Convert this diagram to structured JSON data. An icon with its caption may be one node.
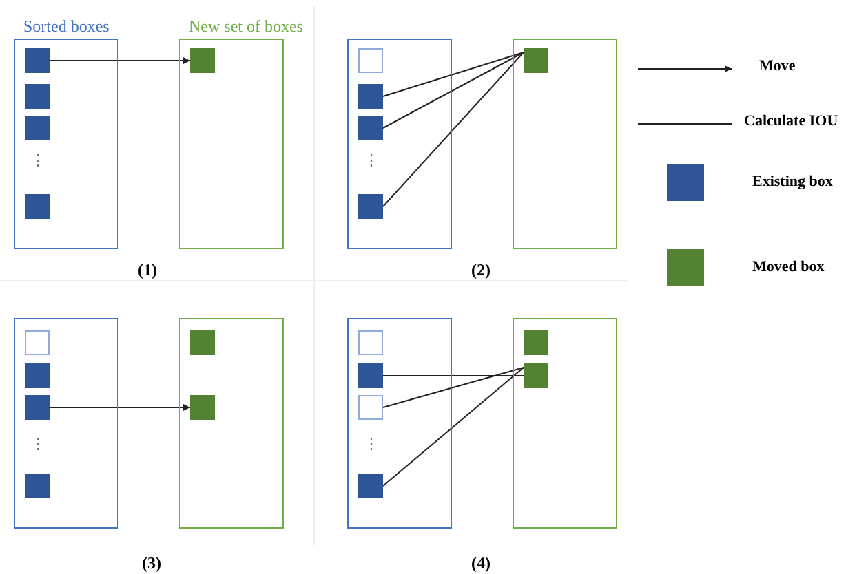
{
  "diagram": {
    "nodes": [
      {
        "text": [
          "Sorted boxes"
        ]
      },
      {
        "text": [],
        "shape": "box",
        "in": 0
      },
      {
        "text": [],
        "shape": "box",
        "in": 0
      },
      {
        "text": [],
        "shape": "box",
        "in": 0
      },
      {
        "text": [],
        "shape": "box",
        "in": 0
      },
      {
        "text": [
          "New set of boxes"
        ]
      },
      {
        "text": [],
        "shape": "box",
        "in": 5
      },
      {
        "text": [],
        "shape": "box"
      },
      {
        "text": [],
        "shape": "box",
        "in": 7
      },
      {
        "text": [],
        "shape": "box",
        "in": 7
      },
      {
        "text": [],
        "shape": "box",
        "in": 7
      },
      {
        "text": [],
        "shape": "box",
        "in": 7
      },
      {
        "text": [],
        "shape": "box"
      },
      {
        "text": [],
        "shape": "box",
        "in": 12
      },
      {
        "text": [],
        "shape": "box"
      },
      {
        "text": [],
        "shape": "box",
        "in": 14
      },
      {
        "text": [],
        "shape": "box",
        "in": 14
      },
      {
        "text": [],
        "shape": "box",
        "in": 14
      },
      {
        "text": [],
        "shape": "box",
        "in": 14
      },
      {
        "text": [],
        "shape": "box"
      },
      {
        "text": [],
        "shape": "box",
        "in": 19
      },
      {
        "text": [],
        "shape": "box",
        "in": 19
      },
      {
        "text": [],
        "shape": "box"
      },
      {
        "text": [],
        "shape": "box",
        "in": 22
      },
      {
        "text": [],
        "shape": "box",
        "in": 22
      },
      {
        "text": [],
        "shape": "box",
        "in": 22
      },
      {
        "text": [],
        "shape": "box",
        "in": 22
      },
      {
        "text": [],
        "shape": "box"
      },
      {
        "text": [],
        "shape": "box",
        "in": 27
      },
      {
        "text": [],
        "shape": "box",
        "in": 27
      }
    ],
    "edges": [
      {
        "from": 1,
        "to": 6,
        "arrow": "to"
      },
      {
        "from": 9,
        "to": 13,
        "arrow": "none"
      },
      {
        "from": 10,
        "to": 13,
        "arrow": "none"
      },
      {
        "from": 11,
        "to": 13,
        "arrow": "none"
      },
      {
        "from": 17,
        "to": 21,
        "arrow": "to"
      },
      {
        "from": 24,
        "to": 29,
        "arrow": "none"
      },
      {
        "from": 25,
        "to": 29,
        "arrow": "none"
      },
      {
        "from": 26,
        "to": 29,
        "arrow": "none"
      }
    ],
    "labels": [
      "⋮",
      "⋮",
      "(1)",
      "(2)",
      "⋮",
      "⋮",
      "(3)",
      "(4)"
    ],
    "legend": [
      {
        "text": "Move"
      },
      {
        "text": "Calculate IOU"
      },
      {
        "text": "Existing box",
        "color": "#2f5597"
      },
      {
        "text": "Moved box",
        "color": "#548235"
      }
    ]
  }
}
